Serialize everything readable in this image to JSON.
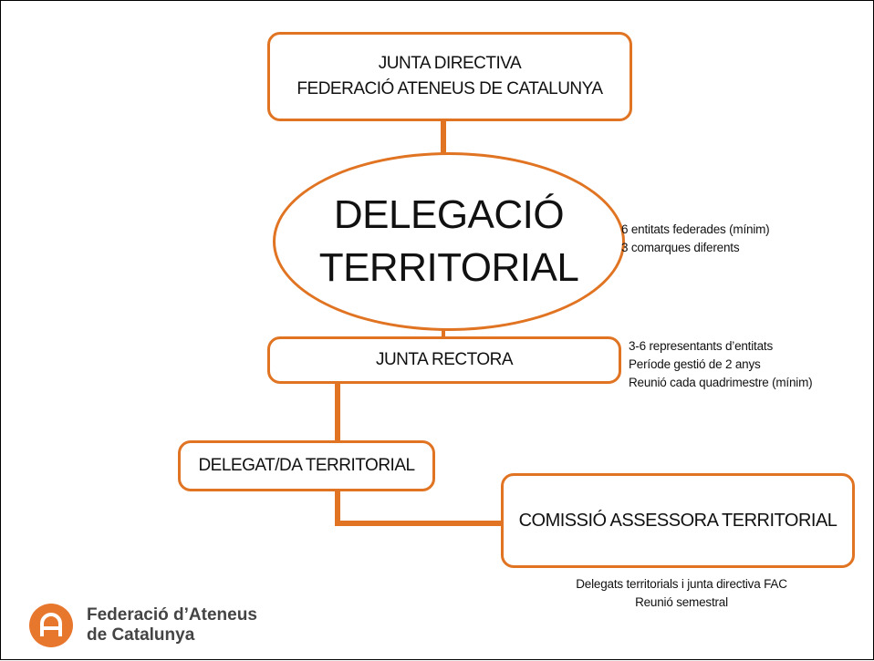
{
  "diagram": {
    "accent_color": "#e07422",
    "nodes": {
      "junta_directiva": {
        "line1": "JUNTA DIRECTIVA",
        "line2": "FEDERACIÓ ATENEUS DE CATALUNYA"
      },
      "delegacio_territorial": {
        "line1": "DELEGACIÓ",
        "line2": "TERRITORIAL"
      },
      "junta_rectora": {
        "label": "JUNTA RECTORA"
      },
      "delegat_territorial": {
        "label": "DELEGAT/DA TERRITORIAL"
      },
      "comissio_assessora": {
        "label": "COMISSIÓ ASSESSORA TERRITORIAL"
      }
    },
    "notes": {
      "delegacio": [
        "6 entitats federades (mínim)",
        "3 comarques diferents"
      ],
      "junta_rectora": [
        "3-6 representants d’entitats",
        "Període gestió de 2 anys",
        "Reunió cada quadrimestre (mínim)"
      ],
      "comissio": [
        "Delegats territorials i junta directiva FAC",
        "Reunió semestral"
      ]
    }
  },
  "logo": {
    "line1": "Federació d’Ateneus",
    "line2": "de Catalunya",
    "icon": "federacio-ateneus-logo",
    "color": "#e8772e"
  }
}
